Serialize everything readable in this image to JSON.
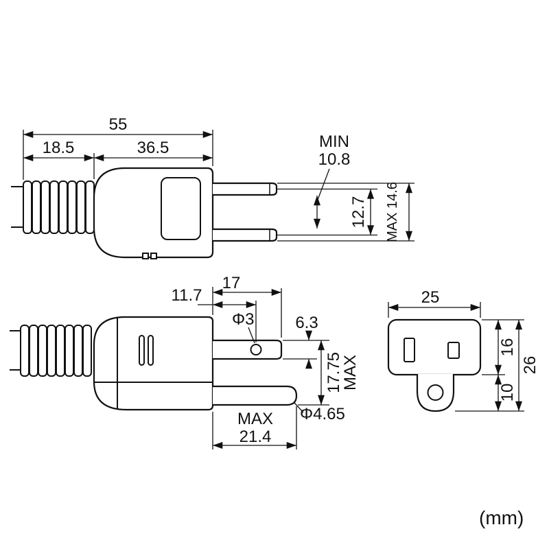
{
  "units_label": "(mm)",
  "side_view": {
    "overall_length": "55",
    "grip_length": "18.5",
    "body_length": "36.5",
    "blade_gap": {
      "label": "MIN",
      "value": "10.8"
    },
    "blade_pitch": "12.7",
    "blade_span": "MAX 14.6"
  },
  "pin_view": {
    "hole_offset": "11.7",
    "blade_length": "17",
    "hole_diameter": "Φ3",
    "blade_width": "6.3",
    "span": {
      "label": "MAX",
      "value": "17.75"
    },
    "pin_length": {
      "label": "MAX",
      "value": "21.4"
    },
    "pin_diameter": "Φ4.65"
  },
  "face_view": {
    "width": "25",
    "upper_height": "16",
    "tab_height": "10",
    "total_height": "26"
  }
}
